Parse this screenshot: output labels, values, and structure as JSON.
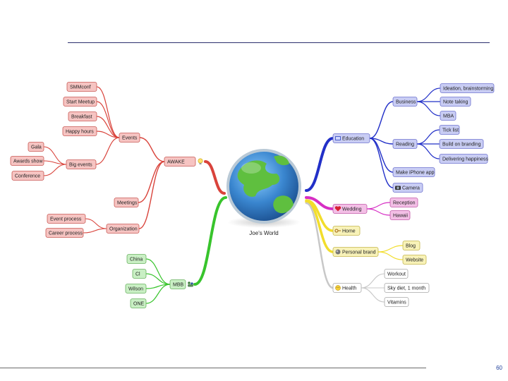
{
  "center": {
    "label": "Joe's World"
  },
  "page_number": "60",
  "colors": {
    "red_fill": "#f6c4c2",
    "red_stroke": "#c95a55",
    "red_line": "#d9433b",
    "blue_fill": "#c9cdf4",
    "blue_stroke": "#6f74cf",
    "blue_line": "#2230c8",
    "green_fill": "#c9efc4",
    "green_stroke": "#6bb262",
    "green_line": "#38c42c",
    "yellow_fill": "#f8f2b8",
    "yellow_stroke": "#c4b74e",
    "yellow_line": "#f2dd2c",
    "magenta_fill": "#f3bfe6",
    "magenta_stroke": "#c35aa9",
    "magenta_line": "#d62ec4",
    "gray_fill": "#ffffff",
    "gray_stroke": "#a8a8a8",
    "gray_line": "#c8c8c8"
  },
  "left": {
    "awake": {
      "label": "AWAKE",
      "icon": "lightbulb-icon",
      "events": {
        "label": "Events",
        "items": [
          "SMMconf",
          "Start Meetup",
          "Breakfast",
          "Happy hours"
        ],
        "big_events": {
          "label": "Big events",
          "items": [
            "Gala",
            "Awards show",
            "Conference"
          ]
        }
      },
      "meetings": {
        "label": "Meetings"
      },
      "organization": {
        "label": "Organization",
        "items": [
          "Event process",
          "Career process"
        ]
      }
    },
    "mbb": {
      "label": "MBB",
      "icon": "people-icon",
      "items": [
        "China",
        "Cl",
        "Wilson",
        "ONE"
      ]
    }
  },
  "right": {
    "education": {
      "label": "Education",
      "icon": "book-icon",
      "business": {
        "label": "Business",
        "items": [
          "Ideation, brainstorming",
          "Note taking",
          "MBA"
        ]
      },
      "reading": {
        "label": "Reading",
        "items": [
          "Tick list",
          "Build on branding",
          "Delivering happiness"
        ]
      },
      "iphone": {
        "label": "Make iPhone app"
      },
      "camera": {
        "label": "Camera",
        "icon": "camera-icon"
      }
    },
    "wedding": {
      "label": "Wedding",
      "icon": "heart-icon",
      "items": [
        "Reception",
        "Hawaii"
      ]
    },
    "home": {
      "label": "Home",
      "icon": "key-icon"
    },
    "personal_brand": {
      "label": "Personal brand",
      "icon": "globe-icon",
      "items": [
        "Blog",
        "Website"
      ]
    },
    "health": {
      "label": "Health",
      "icon": "smiley-icon",
      "items": [
        "Workout",
        "Sky diet, 1 month",
        "Vitamins"
      ]
    }
  }
}
